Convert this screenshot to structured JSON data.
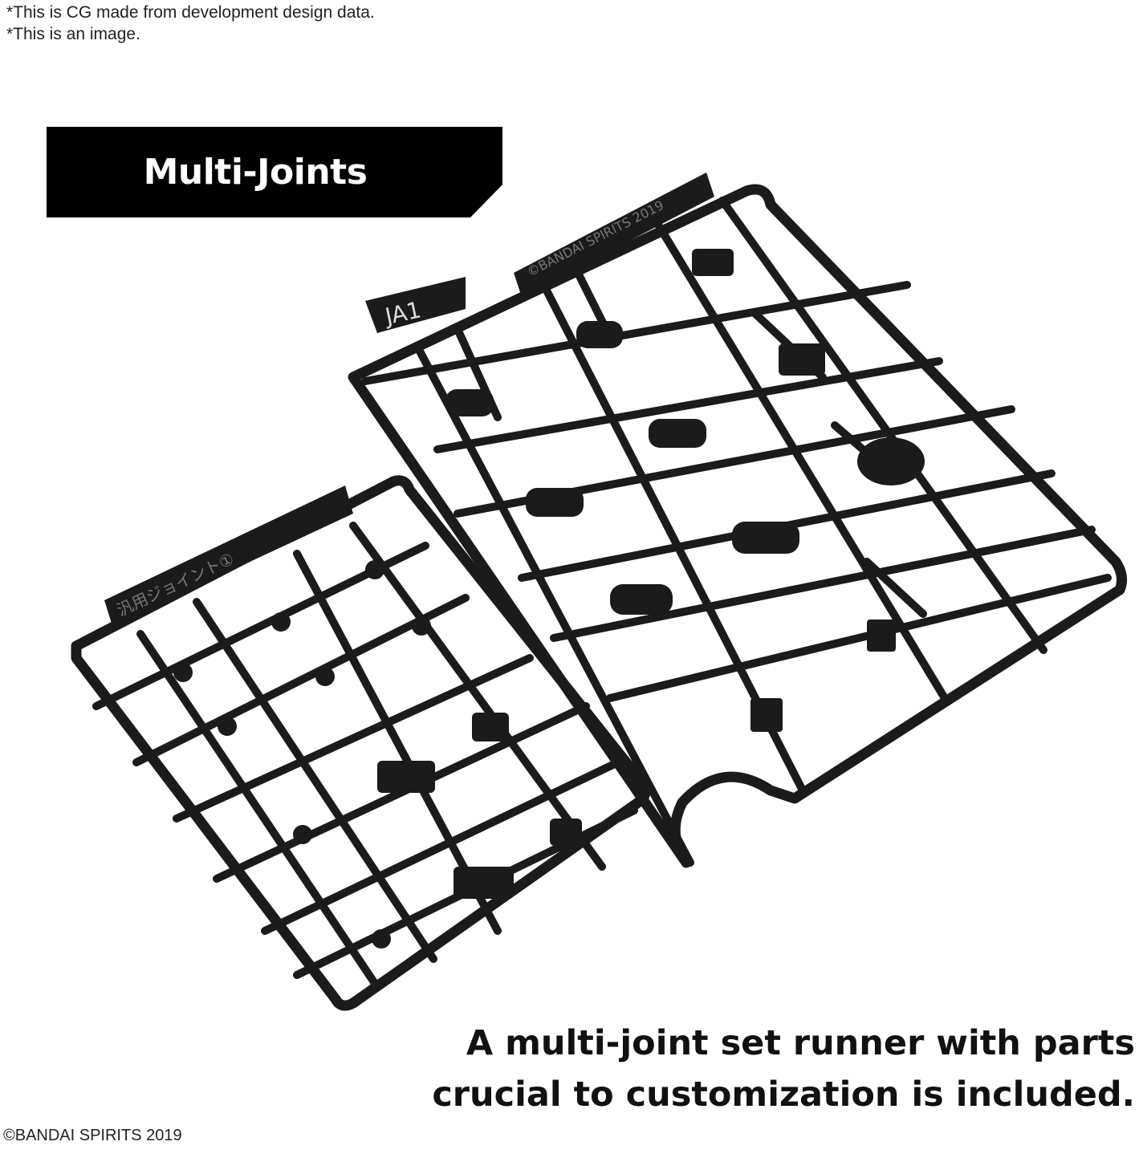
{
  "notes": [
    "*This is CG made from development design data.",
    "*This is an image."
  ],
  "banner": {
    "title": "Multi-Joints"
  },
  "runner": {
    "left_tag": "JA1",
    "left_plate": "汎用ジョイント①",
    "right_plate": "©BANDAI SPIRITS 2019",
    "color": "#1b1b1b"
  },
  "caption": [
    "A multi-joint set runner with parts",
    "crucial to customization is included."
  ],
  "copyright": "©BANDAI SPIRITS 2019"
}
